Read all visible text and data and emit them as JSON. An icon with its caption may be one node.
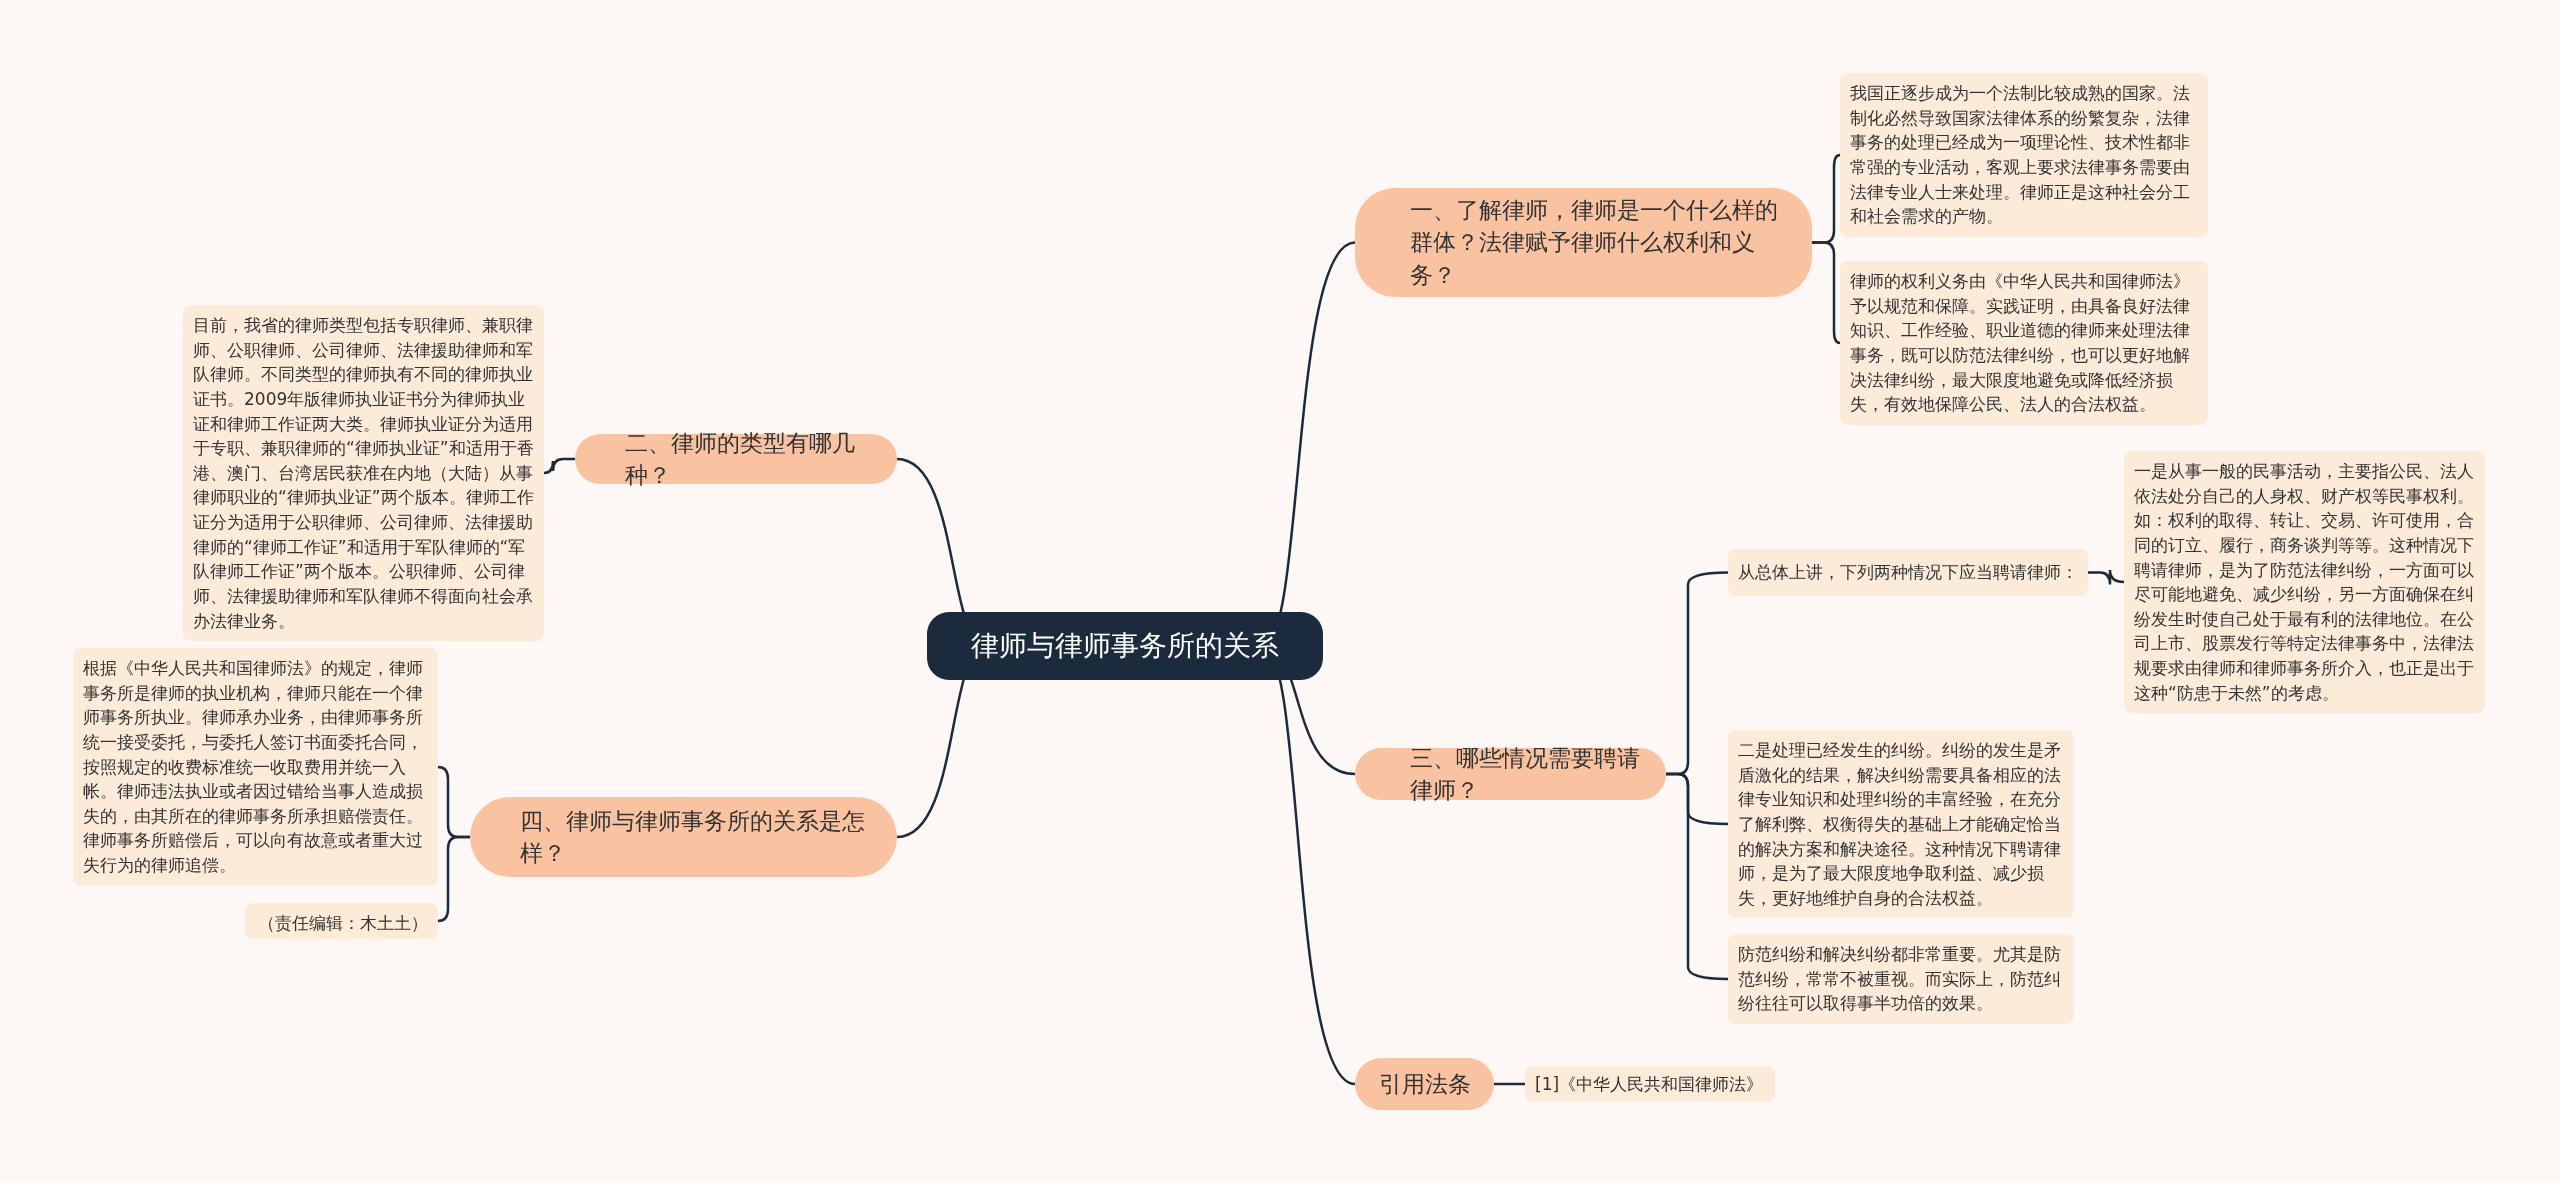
{
  "diagram": {
    "nodes": [
      {
        "text": [
          "律师与律师事务所的关系"
        ]
      },
      {
        "text": [
          "一、了解律师，律师是一个什么样的群体？法律赋予律师什么权利和义务？"
        ]
      },
      {
        "text": [
          "我国正逐步成为一个法制比较成熟的国家。法制化必然导致国家法律体系的纷繁复杂，法律事务的处理已经成为一项理论性、技术性都非常强的专业活动，客观上要求法律事务需要由法律专业人士来处理。律师正是这种社会分工和社会需求的产物。"
        ]
      },
      {
        "text": [
          "律师的权利义务由《中华人民共和国律师法》予以规范和保障。实践证明，由具备良好法律知识、工作经验、职业道德的律师来处理法律事务，既可以防范法律纠纷，也可以更好地解决法律纠纷，最大限度地避免或降低经济损失，有效地保障公民、法人的合法权益。"
        ]
      },
      {
        "text": [
          "二、律师的类型有哪几种？"
        ]
      },
      {
        "text": [
          "目前，我省的律师类型包括专职律师、兼职律师、公职律师、公司律师、法律援助律师和军队律师。不同类型的律师执有不同的律师执业证书。2009年版律师执业证书分为律师执业证和律师工作证两大类。律师执业证分为适用于专职、兼职律师的“律师执业证”和适用于香港、澳门、台湾居民获准在内地（大陆）从事律师职业的“律师执业证”两个版本。律师工作证分为适用于公职律师、公司律师、法律援助律师的“律师工作证”和适用于军队律师的“军队律师工作证”两个版本。公职律师、公司律师、法律援助律师和军队律师不得面向社会承办法律业务。"
        ]
      },
      {
        "text": [
          "三、哪些情况需要聘请律师？"
        ]
      },
      {
        "text": [
          "从总体上讲，下列两种情况下应当聘请律师："
        ]
      },
      {
        "text": [
          "一是从事一般的民事活动，主要指公民、法人依法处分自己的人身权、财产权等民事权利。如：权利的取得、转让、交易、许可使用，合同的订立、履行，商务谈判等等。这种情况下聘请律师，是为了防范法律纠纷，一方面可以尽可能地避免、减少纠纷，另一方面确保在纠纷发生时使自己处于最有利的法律地位。在公司上市、股票发行等特定法律事务中，法律法规要求由律师和律师事务所介入，也正是出于这种“防患于未然”的考虑。"
        ]
      },
      {
        "text": [
          "二是处理已经发生的纠纷。纠纷的发生是矛盾激化的结果，解决纠纷需要具备相应的法律专业知识和处理纠纷的丰富经验，在充分了解利弊、权衡得失的基础上才能确定恰当的解决方案和解决途径。这种情况下聘请律师，是为了最大限度地争取利益、减少损失，更好地维护自身的合法权益。"
        ]
      },
      {
        "text": [
          "防范纠纷和解决纠纷都非常重要。尤其是防范纠纷，常常不被重视。而实际上，防范纠纷往往可以取得事半功倍的效果。"
        ]
      },
      {
        "text": [
          "四、律师与律师事务所的关系是怎样？"
        ]
      },
      {
        "text": [
          "根据《中华人民共和国律师法》的规定，律师事务所是律师的执业机构，律师只能在一个律师事务所执业。律师承办业务，由律师事务所统一接受委托，与委托人签订书面委托合同，按照规定的收费标准统一收取费用并统一入帐。律师违法执业或者因过错给当事人造成损失的，由其所在的律师事务所承担赔偿责任。律师事务所赔偿后，可以向有故意或者重大过失行为的律师追偿。"
        ]
      },
      {
        "text": [
          "（责任编辑：木土土）"
        ]
      },
      {
        "text": [
          "引用法条"
        ]
      },
      {
        "text": [
          "[1]《中华人民共和国律师法》"
        ]
      }
    ],
    "edges": [
      {
        "from": 0,
        "to": 1,
        "arrow": "none"
      },
      {
        "from": 1,
        "to": 2,
        "arrow": "none"
      },
      {
        "from": 1,
        "to": 3,
        "arrow": "none"
      },
      {
        "from": 0,
        "to": 4,
        "arrow": "none"
      },
      {
        "from": 4,
        "to": 5,
        "arrow": "none"
      },
      {
        "from": 0,
        "to": 6,
        "arrow": "none"
      },
      {
        "from": 6,
        "to": 7,
        "arrow": "none"
      },
      {
        "from": 7,
        "to": 8,
        "arrow": "none"
      },
      {
        "from": 6,
        "to": 9,
        "arrow": "none"
      },
      {
        "from": 6,
        "to": 10,
        "arrow": "none"
      },
      {
        "from": 0,
        "to": 11,
        "arrow": "none"
      },
      {
        "from": 11,
        "to": 12,
        "arrow": "none"
      },
      {
        "from": 11,
        "to": 13,
        "arrow": "none"
      },
      {
        "from": 0,
        "to": 14,
        "arrow": "none"
      },
      {
        "from": 14,
        "to": 15,
        "arrow": "none"
      }
    ]
  }
}
